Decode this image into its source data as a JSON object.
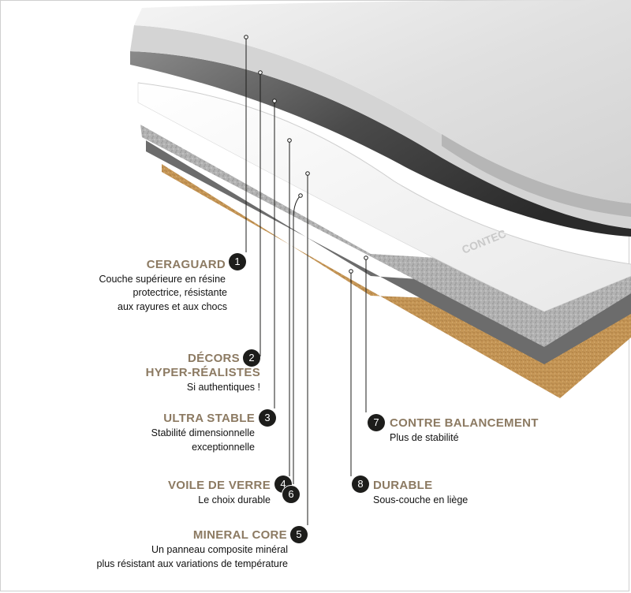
{
  "layers": [
    {
      "number": "1",
      "title": "CERAGUARD",
      "description": [
        "Couche supérieure en résine",
        "protectrice, résistante",
        "aux rayures et aux chocs"
      ]
    },
    {
      "number": "2",
      "title": "DÉCORS",
      "title2": "HYPER-RÉALISTES",
      "description": [
        "Si authentiques !"
      ]
    },
    {
      "number": "3",
      "title": "ULTRA STABLE",
      "description": [
        "Stabilité dimensionnelle",
        "exceptionnelle"
      ]
    },
    {
      "number": "4",
      "number2": "6",
      "title": "VOILE DE VERRE",
      "description": [
        "Le choix durable"
      ]
    },
    {
      "number": "5",
      "title": "MINERAL CORE",
      "description": [
        "Un panneau composite minéral",
        "plus résistant aux variations de température"
      ]
    },
    {
      "number": "7",
      "title": "CONTRE BALANCEMENT",
      "description": [
        "Plus de stabilité"
      ]
    },
    {
      "number": "8",
      "title": "DURABLE",
      "description": [
        "Sous-couche en liège"
      ]
    }
  ],
  "brand_mark": "CONTEC",
  "colors": {
    "title": "#8c7a62",
    "badge": "#1d1d1b",
    "cork": "#c89a5c",
    "dark_gray": "#6e6e6e",
    "mineral": "#a9a9a9",
    "white_layer": "#f2f2f2",
    "top_layer": "#e3e3e3"
  }
}
